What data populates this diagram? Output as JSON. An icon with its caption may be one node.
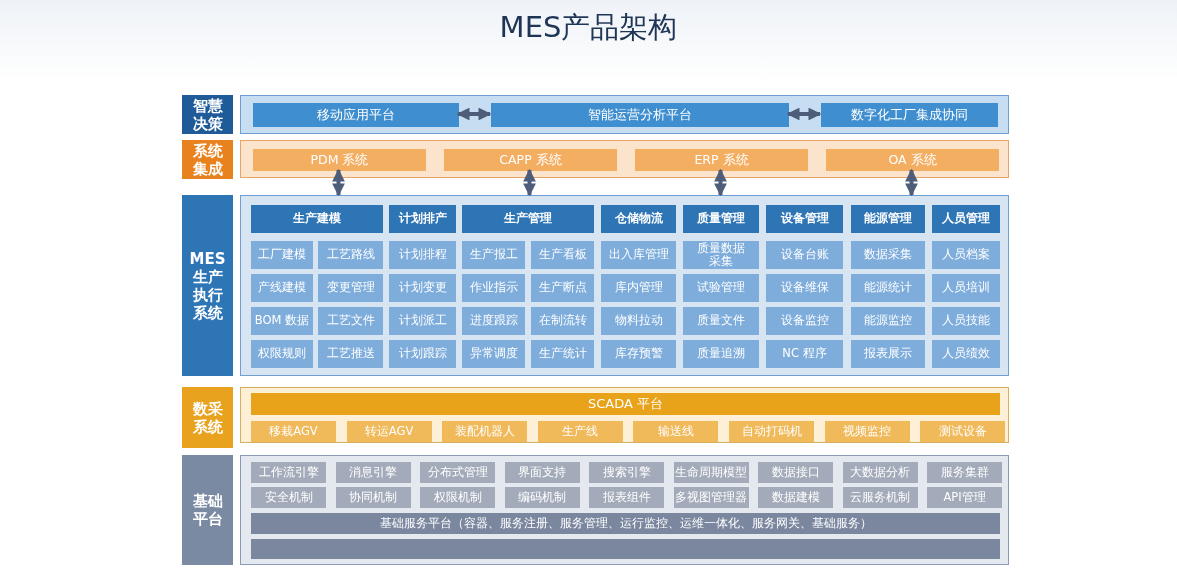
{
  "diagram": {
    "title": "MES产品架构",
    "nodes": [
      {
        "text": [
          "智慧决策"
        ]
      },
      {
        "text": [],
        "shape": "box"
      },
      {
        "text": [
          "移动应用平台"
        ],
        "in": 1
      },
      {
        "text": [
          "智能运营分析平台"
        ],
        "in": 1
      },
      {
        "text": [
          "数字化工厂集成协同"
        ],
        "in": 1
      },
      {
        "text": [
          "系统集成"
        ]
      },
      {
        "text": [],
        "shape": "box"
      },
      {
        "text": [
          "PDM 系统"
        ],
        "in": 6
      },
      {
        "text": [
          "CAPP 系统"
        ],
        "in": 6
      },
      {
        "text": [
          "ERP 系统"
        ],
        "in": 6
      },
      {
        "text": [
          "OA 系统"
        ],
        "in": 6
      },
      {
        "text": [
          "MES生产执行系统"
        ]
      },
      {
        "text": [],
        "shape": "box"
      },
      {
        "text": [
          "生产建模"
        ],
        "in": 12
      },
      {
        "text": [
          "计划排产"
        ],
        "in": 12
      },
      {
        "text": [
          "生产管理"
        ],
        "in": 12
      },
      {
        "text": [
          "仓储物流"
        ],
        "in": 12
      },
      {
        "text": [
          "质量管理"
        ],
        "in": 12
      },
      {
        "text": [
          "设备管理"
        ],
        "in": 12
      },
      {
        "text": [
          "能源管理"
        ],
        "in": 12
      },
      {
        "text": [
          "人员管理"
        ],
        "in": 12
      },
      {
        "text": [
          "工厂建模"
        ],
        "in": 12
      },
      {
        "text": [
          "工艺路线"
        ],
        "in": 12
      },
      {
        "text": [
          "计划排程"
        ],
        "in": 12
      },
      {
        "text": [
          "生产报工"
        ],
        "in": 12
      },
      {
        "text": [
          "生产看板"
        ],
        "in": 12
      },
      {
        "text": [
          "出入库管理"
        ],
        "in": 12
      },
      {
        "text": [
          "质量数据采集"
        ],
        "in": 12
      },
      {
        "text": [
          "设备台账"
        ],
        "in": 12
      },
      {
        "text": [
          "数据采集"
        ],
        "in": 12
      },
      {
        "text": [
          "人员档案"
        ],
        "in": 12
      },
      {
        "text": [
          "产线建模"
        ],
        "in": 12
      },
      {
        "text": [
          "变更管理"
        ],
        "in": 12
      },
      {
        "text": [
          "计划变更"
        ],
        "in": 12
      },
      {
        "text": [
          "作业指示"
        ],
        "in": 12
      },
      {
        "text": [
          "生产断点"
        ],
        "in": 12
      },
      {
        "text": [
          "库内管理"
        ],
        "in": 12
      },
      {
        "text": [
          "试验管理"
        ],
        "in": 12
      },
      {
        "text": [
          "设备维保"
        ],
        "in": 12
      },
      {
        "text": [
          "能源统计"
        ],
        "in": 12
      },
      {
        "text": [
          "人员培训"
        ],
        "in": 12
      },
      {
        "text": [
          "BOM 数据"
        ],
        "in": 12
      },
      {
        "text": [
          "工艺文件"
        ],
        "in": 12
      },
      {
        "text": [
          "计划派工"
        ],
        "in": 12
      },
      {
        "text": [
          "进度跟踪"
        ],
        "in": 12
      },
      {
        "text": [
          "在制流转"
        ],
        "in": 12
      },
      {
        "text": [
          "物料拉动"
        ],
        "in": 12
      },
      {
        "text": [
          "质量文件"
        ],
        "in": 12
      },
      {
        "text": [
          "设备监控"
        ],
        "in": 12
      },
      {
        "text": [
          "能源监控"
        ],
        "in": 12
      },
      {
        "text": [
          "人员技能"
        ],
        "in": 12
      },
      {
        "text": [
          "权限规则"
        ],
        "in": 12
      },
      {
        "text": [
          "工艺推送"
        ],
        "in": 12
      },
      {
        "text": [
          "计划跟踪"
        ],
        "in": 12
      },
      {
        "text": [
          "异常调度"
        ],
        "in": 12
      },
      {
        "text": [
          "生产统计"
        ],
        "in": 12
      },
      {
        "text": [
          "库存预警"
        ],
        "in": 12
      },
      {
        "text": [
          "质量追溯"
        ],
        "in": 12
      },
      {
        "text": [
          "NC 程序"
        ],
        "in": 12
      },
      {
        "text": [
          "报表展示"
        ],
        "in": 12
      },
      {
        "text": [
          "人员绩效"
        ],
        "in": 12
      },
      {
        "text": [
          "数采系统"
        ]
      },
      {
        "text": [],
        "shape": "box"
      },
      {
        "text": [
          "SCADA 平台"
        ],
        "in": 62
      },
      {
        "text": [
          "移栽AGV"
        ],
        "in": 62
      },
      {
        "text": [
          "转运AGV"
        ],
        "in": 62
      },
      {
        "text": [
          "装配机器人"
        ],
        "in": 62
      },
      {
        "text": [
          "生产线"
        ],
        "in": 62
      },
      {
        "text": [
          "输送线"
        ],
        "in": 62
      },
      {
        "text": [
          "自动打码机"
        ],
        "in": 62
      },
      {
        "text": [
          "视频监控"
        ],
        "in": 62
      },
      {
        "text": [
          "测试设备"
        ],
        "in": 62
      },
      {
        "text": [
          "基础平台"
        ]
      },
      {
        "text": [],
        "shape": "box"
      },
      {
        "text": [
          "工作流引擎"
        ],
        "in": 73
      },
      {
        "text": [
          "消息引擎"
        ],
        "in": 73
      },
      {
        "text": [
          "分布式管理"
        ],
        "in": 73
      },
      {
        "text": [
          "界面支持"
        ],
        "in": 73
      },
      {
        "text": [
          "搜索引擎"
        ],
        "in": 73
      },
      {
        "text": [
          "生命周期模型"
        ],
        "in": 73
      },
      {
        "text": [
          "数据接口"
        ],
        "in": 73
      },
      {
        "text": [
          "大数据分析"
        ],
        "in": 73
      },
      {
        "text": [
          "服务集群"
        ],
        "in": 73
      },
      {
        "text": [
          "安全机制"
        ],
        "in": 73
      },
      {
        "text": [
          "协同机制"
        ],
        "in": 73
      },
      {
        "text": [
          "权限机制"
        ],
        "in": 73
      },
      {
        "text": [
          "编码机制"
        ],
        "in": 73
      },
      {
        "text": [
          "报表组件"
        ],
        "in": 73
      },
      {
        "text": [
          "多视图管理器"
        ],
        "in": 73
      },
      {
        "text": [
          "数据建模"
        ],
        "in": 73
      },
      {
        "text": [
          "云服务机制"
        ],
        "in": 73
      },
      {
        "text": [
          "API管理"
        ],
        "in": 73
      },
      {
        "text": [
          "基础服务平台（容器、服务注册、服务管理、运行监控、运维一体化、服务网关、基础服务）"
        ],
        "in": 73
      },
      {
        "text": [],
        "shape": "bar",
        "in": 73
      }
    ],
    "edges": [
      {
        "from": 2,
        "to": 3,
        "arrow": "both"
      },
      {
        "from": 3,
        "to": 4,
        "arrow": "both"
      },
      {
        "from": 7,
        "to": 12,
        "arrow": "both"
      },
      {
        "from": 8,
        "to": 12,
        "arrow": "both"
      },
      {
        "from": 9,
        "to": 12,
        "arrow": "both"
      },
      {
        "from": 10,
        "to": 12,
        "arrow": "both"
      }
    ]
  }
}
